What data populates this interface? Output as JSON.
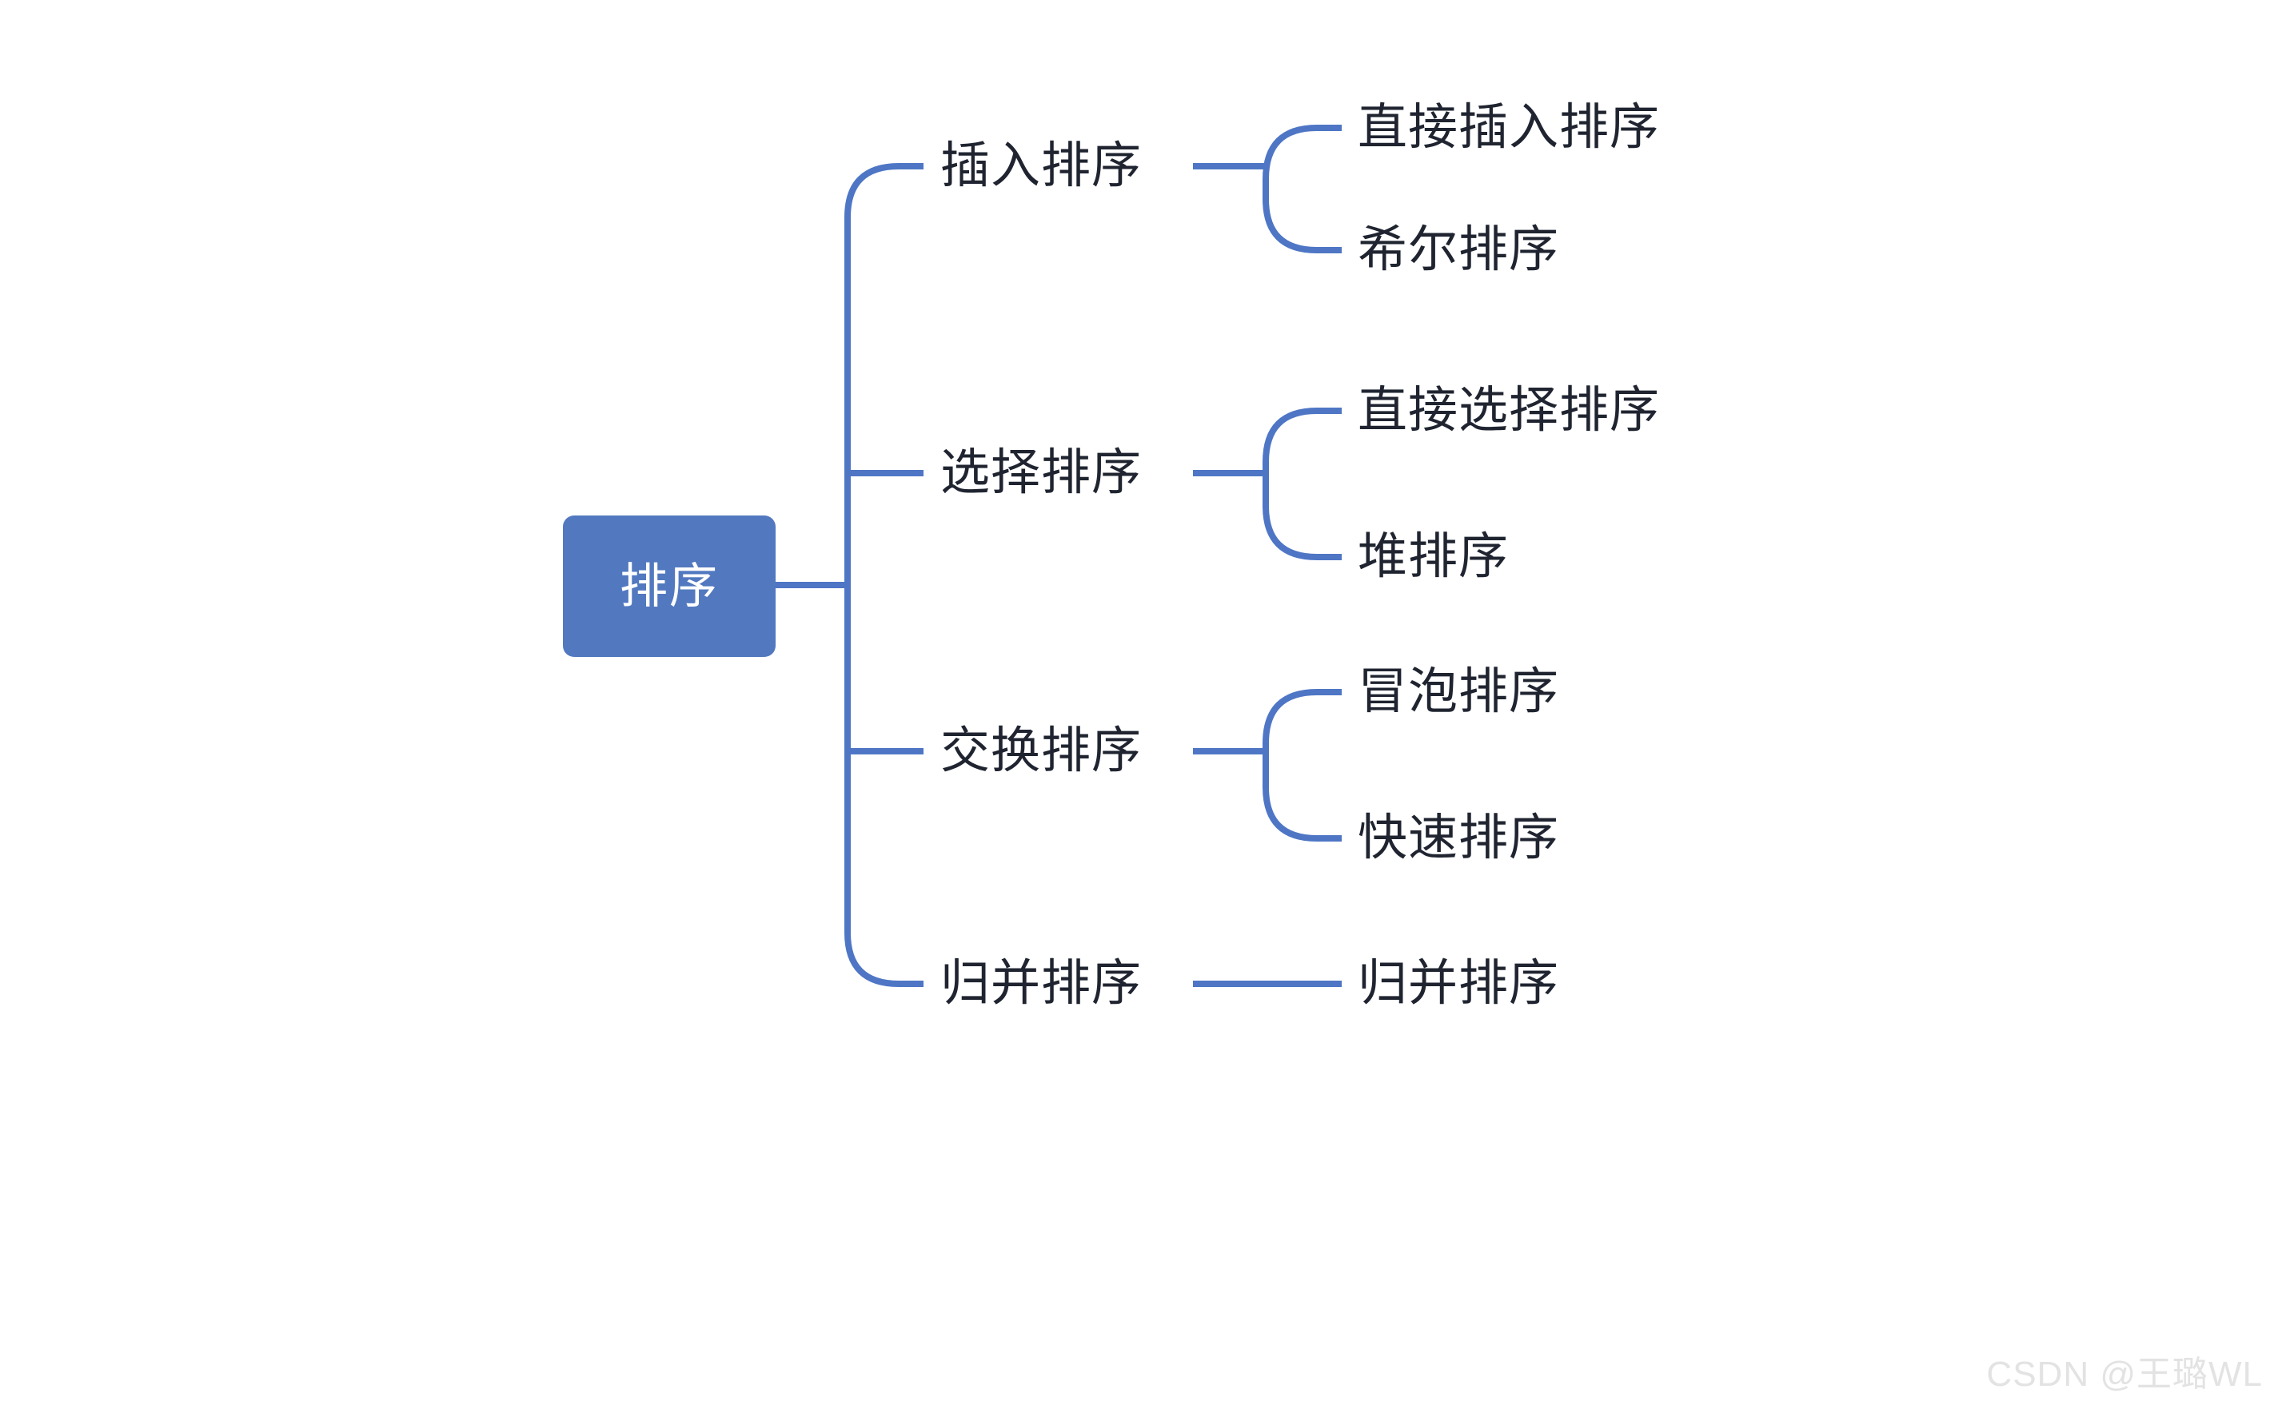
{
  "diagram": {
    "type": "mindmap",
    "title": "排序",
    "orientation": "left-to-right",
    "colors": {
      "node_fill": "#5279bf",
      "node_text": "#ffffff",
      "edge": "#4e76c5",
      "label_text": "#1f2430",
      "background": "#ffffff",
      "watermark": "#e3e3e3"
    },
    "root": {
      "label": "排序"
    },
    "branches": [
      {
        "label": "插入排序",
        "children": [
          {
            "label": "直接插入排序"
          },
          {
            "label": "希尔排序"
          }
        ]
      },
      {
        "label": "选择排序",
        "children": [
          {
            "label": "直接选择排序"
          },
          {
            "label": "堆排序"
          }
        ]
      },
      {
        "label": "交换排序",
        "children": [
          {
            "label": "冒泡排序"
          },
          {
            "label": "快速排序"
          }
        ]
      },
      {
        "label": "归并排序",
        "children": [
          {
            "label": "归并排序"
          }
        ]
      }
    ]
  },
  "watermark": {
    "text": "CSDN @王璐WL"
  }
}
